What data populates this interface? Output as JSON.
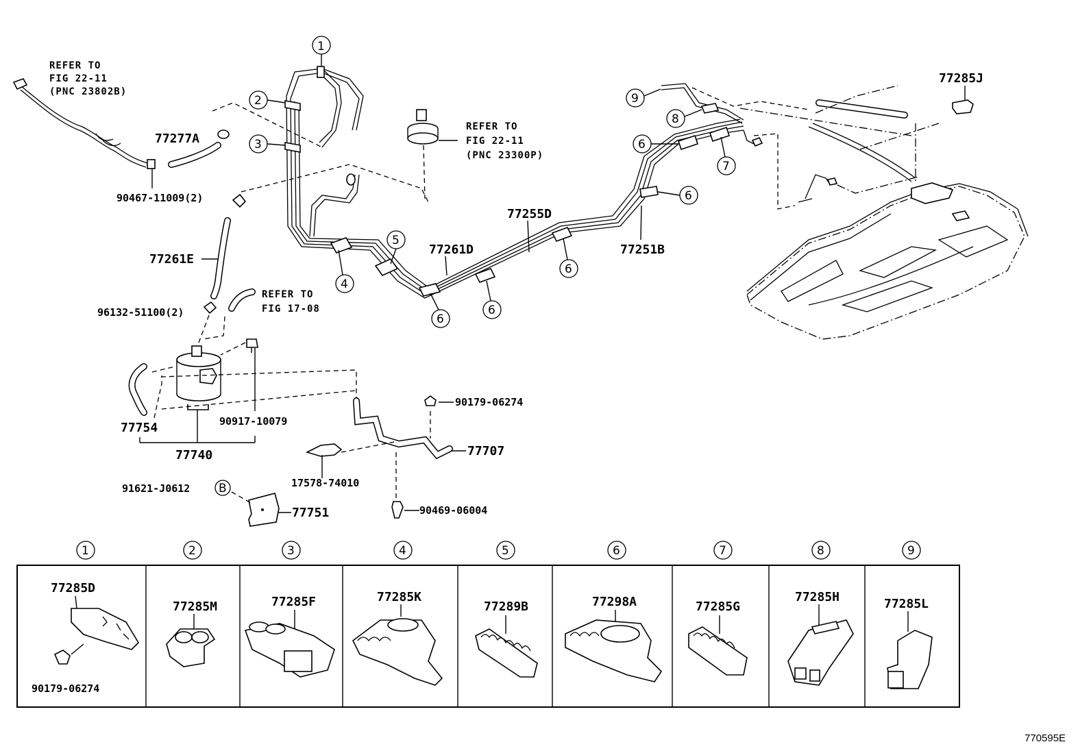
{
  "diagram": {
    "figure_id": "770595E",
    "notes": {
      "refer_hose": [
        "REFER TO",
        "FIG 22-11",
        "(PNC 23802B)"
      ],
      "refer_filter": [
        "REFER TO",
        "FIG 22-11",
        "(PNC 23300P)"
      ],
      "refer_vent": [
        "REFER TO",
        "FIG 17-08"
      ]
    },
    "labels": {
      "p77277A": "77277A",
      "p90467": "90467-11009(2)",
      "p77261E": "77261E",
      "p96132": "96132-51100(2)",
      "p77754": "77754",
      "p90917": "90917-10079",
      "p77740": "77740",
      "p91621": "91621-J0612",
      "p77751": "77751",
      "p17578": "17578-74010",
      "p90179_top": "90179-06274",
      "p77707": "77707",
      "p90469": "90469-06004",
      "p77261D": "77261D",
      "p77255D": "77255D",
      "p77251B": "77251B",
      "p77285J": "77285J",
      "circle_b": "B"
    },
    "callouts": {
      "c1": "1",
      "c2": "2",
      "c3": "3",
      "c4": "4",
      "c5": "5",
      "c6a": "6",
      "c6b": "6",
      "c6c": "6",
      "c6d": "6",
      "c6e": "6",
      "c7": "7",
      "c8": "8",
      "c9": "9"
    },
    "clamp_table": {
      "headers": [
        "1",
        "2",
        "3",
        "4",
        "5",
        "6",
        "7",
        "8",
        "9"
      ],
      "parts": [
        "77285D",
        "77285M",
        "77285F",
        "77285K",
        "77289B",
        "77298A",
        "77285G",
        "77285H",
        "77285L"
      ],
      "extra_part": "90179-06274"
    }
  }
}
